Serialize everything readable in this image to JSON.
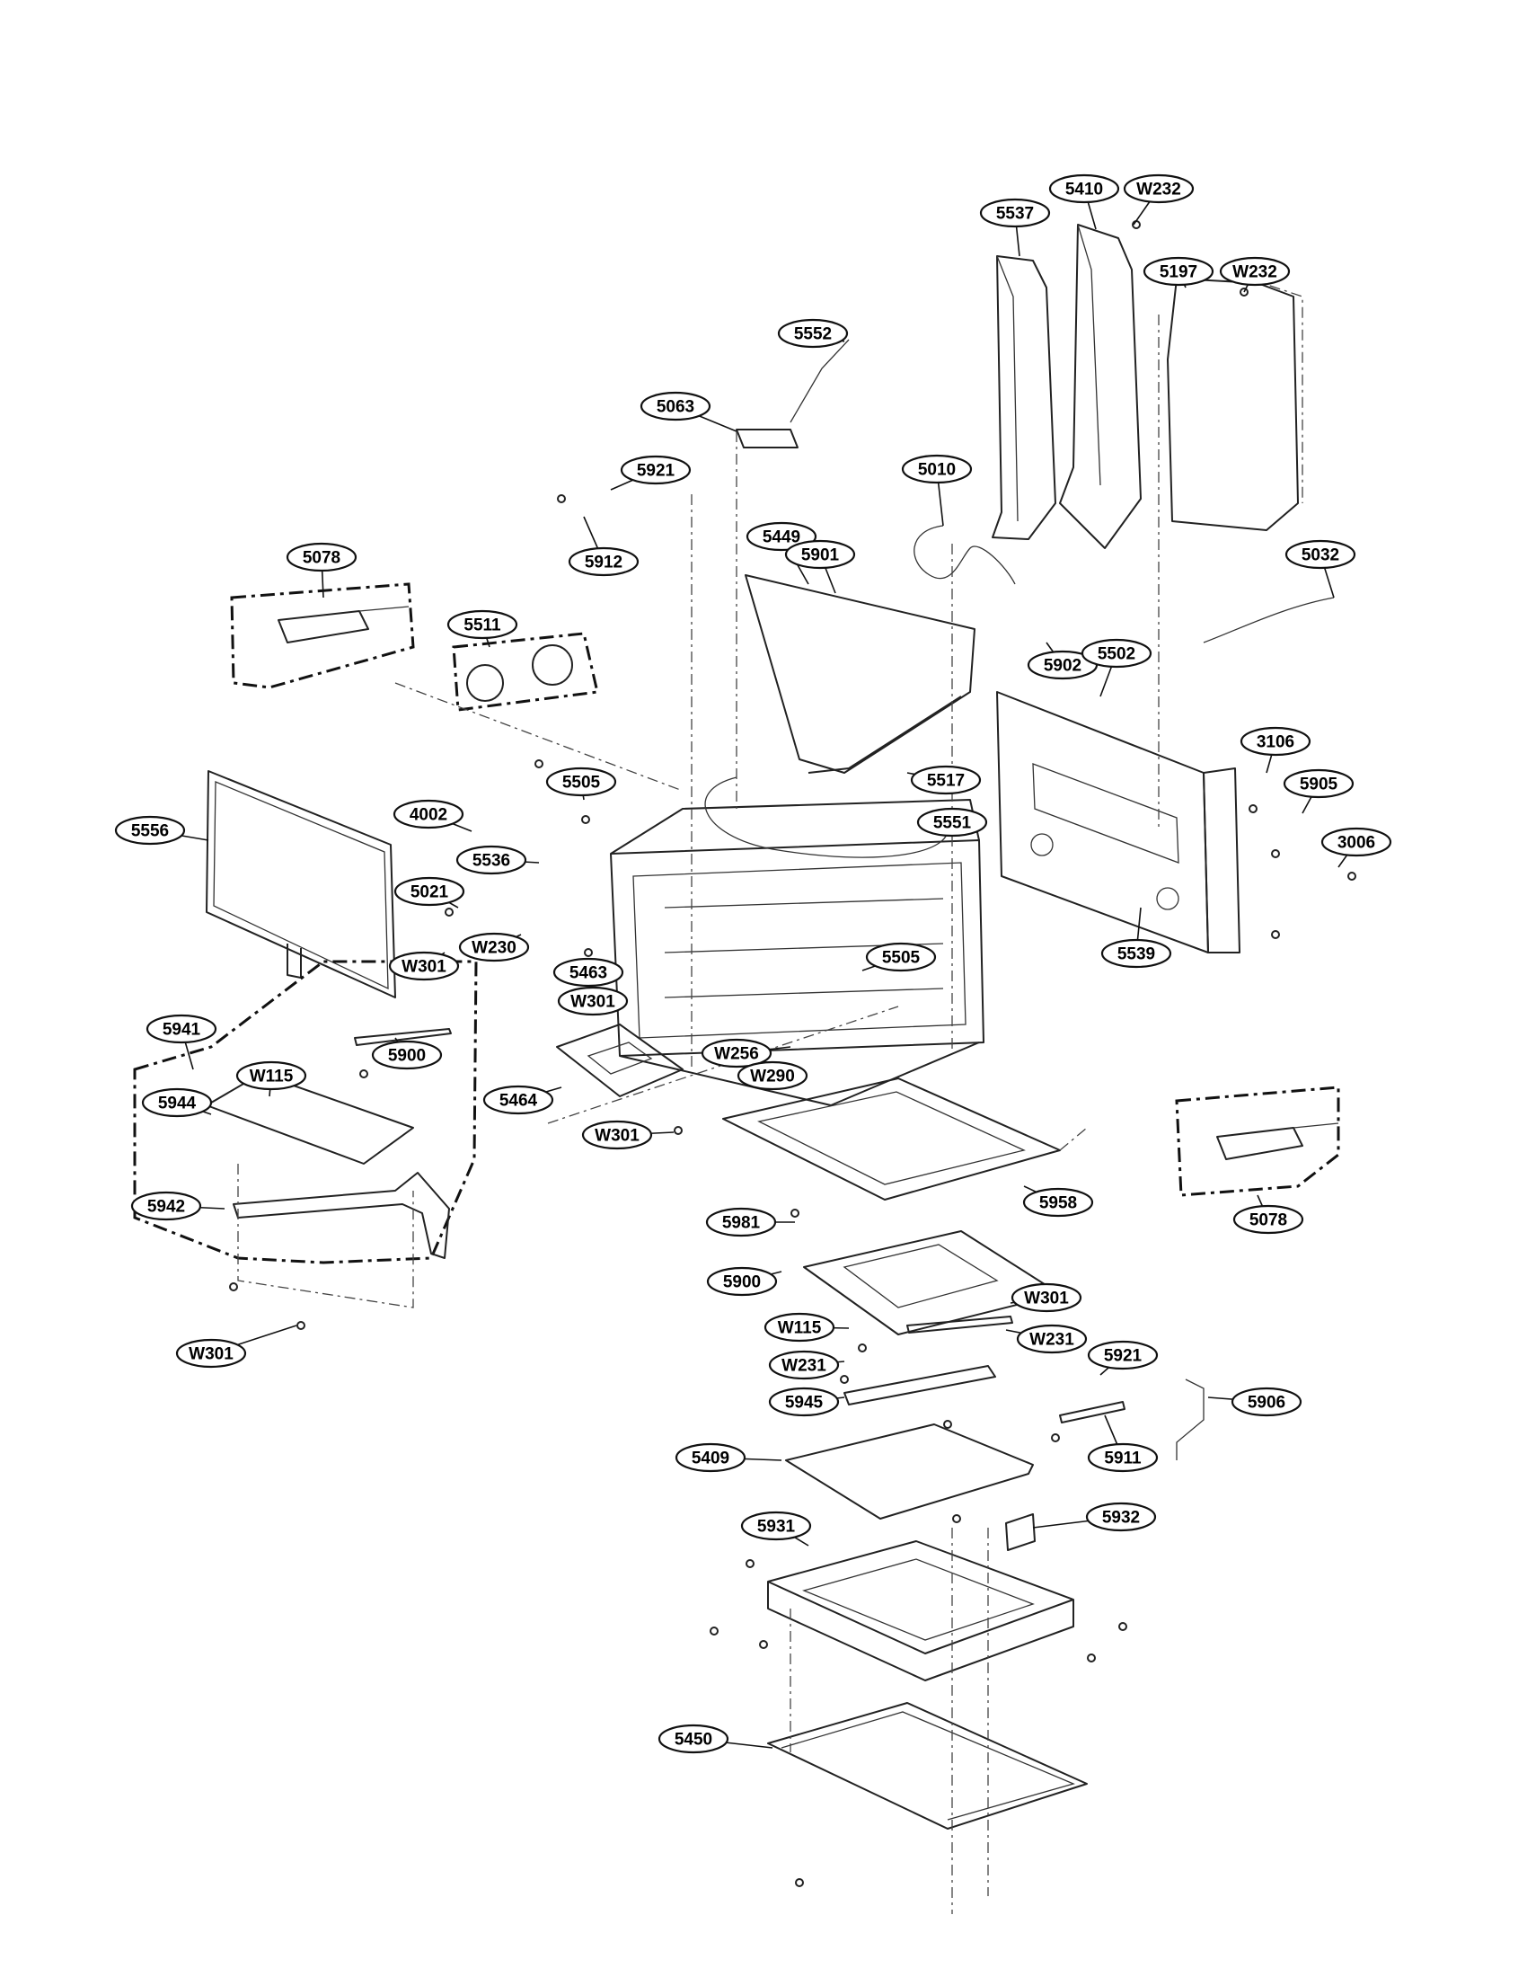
{
  "labels": [
    "5537",
    "5410",
    "W232",
    "5197",
    "W232",
    "5552",
    "5063",
    "5010",
    "5921",
    "5912",
    "5078",
    "5449",
    "5901",
    "5032",
    "5511",
    "5902",
    "5502",
    "3106",
    "5505",
    "5517",
    "5905",
    "4002",
    "5556",
    "5551",
    "3006",
    "5536",
    "5021",
    "5539",
    "W230",
    "5505",
    "W301",
    "5463",
    "5941",
    "W301",
    "5900",
    "W256",
    "W290",
    "W115",
    "5464",
    "5944",
    "W301",
    "5958",
    "5078",
    "5942",
    "W301",
    "5981",
    "5900",
    "W301",
    "W115",
    "W231",
    "W231",
    "5921",
    "5945",
    "5906",
    "5911",
    "5409",
    "5932",
    "5931",
    "5450"
  ]
}
